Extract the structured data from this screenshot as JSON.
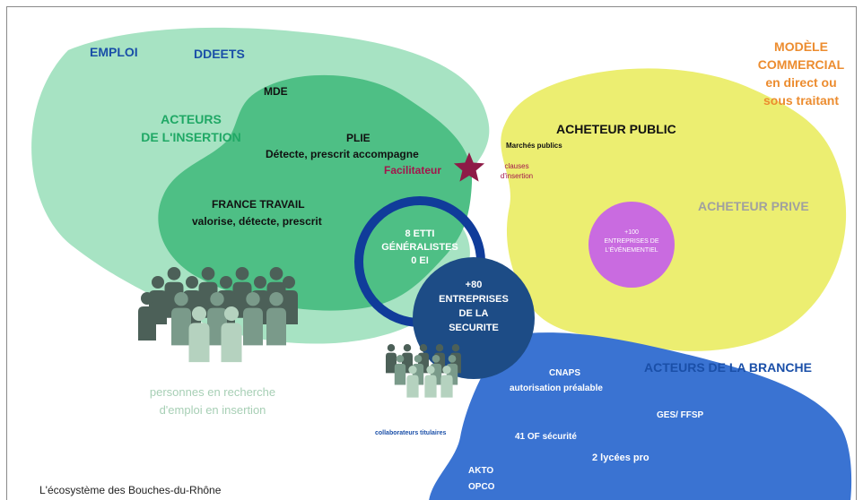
{
  "zones": {
    "emploi": "EMPLOI",
    "ddeets": "DDEETS",
    "modele_commercial": [
      "MODÈLE",
      "COMMERCIAL",
      "en direct ou",
      "sous traitant"
    ],
    "acteurs_insertion": [
      "ACTEURS",
      "DE L'INSERTION"
    ],
    "mde": "MDE",
    "plie": "PLIE",
    "plie_role": "Détecte, prescrit accompagne",
    "facilitateur": "Facilitateur",
    "france_travail": "FRANCE TRAVAIL",
    "france_travail_role": "valorise, détecte, prescrit",
    "acheteur_public": "ACHETEUR PUBLIC",
    "marches_publics": "Marchés publics",
    "clauses_insertion": [
      "clauses",
      "d'insertion"
    ],
    "acheteur_prive": "ACHETEUR PRIVE",
    "entreprises_evenementiel": [
      "+100",
      "ENTREPRISES DE",
      "L'ÉVÉNEMENTIEL"
    ],
    "etti": [
      "8 ETTI",
      "GÉNÉRALISTES",
      "0 EI"
    ],
    "entreprises_securite": [
      "+80",
      "ENTREPRISES",
      "DE LA",
      "SECURITE"
    ],
    "acteurs_branche": "ACTEURS DE LA BRANCHE",
    "cnaps": "CNAPS",
    "autorisation": "autorisation préalable",
    "ges_ffsp": "GES/ FFSP",
    "of_securite": "41 OF sécurité",
    "lycees": "2 lycées pro",
    "akto": "AKTO",
    "opco": "OPCO",
    "personnes": [
      "personnes en recherche",
      "d'emploi en insertion"
    ],
    "collaborateurs": "collaborateurs titulaires",
    "caption": "L'écosystème des Bouches-du-Rhône"
  },
  "colors": {
    "emploi_blob": "#a7e3c3",
    "insertion_blob": "#4ebf85",
    "commercial_blob": "#ecee71",
    "branche_blob": "#3a73d2",
    "evenementiel_circle": "#c96be0",
    "securite_circle": "#1d4c86",
    "etti_ring": "#103c9a",
    "star": "#8e1b47",
    "people_dark": "#4c6058",
    "people_mid": "#7a9a8a",
    "people_light": "#b5d2bf",
    "title_blue": "#1a4fa8",
    "orange": "#ec8c2f",
    "green_text": "#1fa865",
    "magenta_text": "#a3164c",
    "grey_text": "#a0a0a0"
  }
}
